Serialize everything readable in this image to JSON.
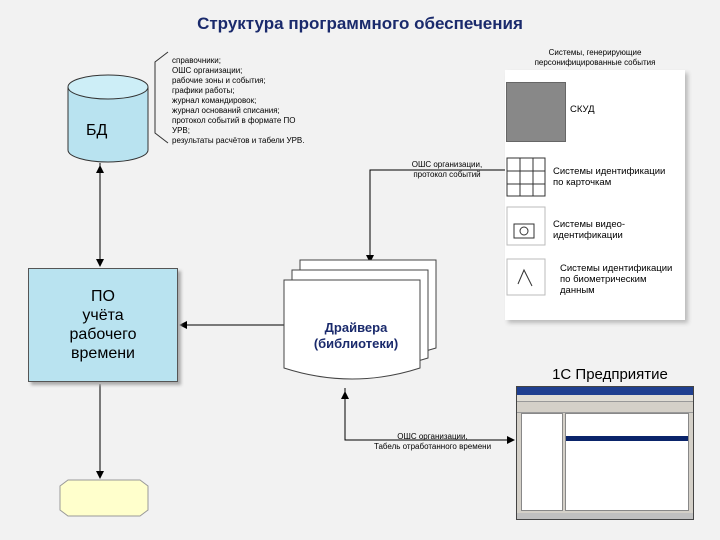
{
  "title": "Структура программного обеспечения",
  "db_label": "БД",
  "list_lines": [
    "справочники;",
    "ОШС организации;",
    "рабочие зоны и события;",
    "графики работы;",
    "журнал командировок;",
    "журнал оснований списания;",
    "протокол событий в формате ПО",
    "УРВ;",
    "результаты расчётов и табели УРВ."
  ],
  "gen_systems": {
    "header_lines": [
      "Системы, генерирующие",
      "персонифицированные события"
    ],
    "skud": "СКУД",
    "card_lines": [
      "Системы идентификации",
      "по карточкам"
    ],
    "video_lines": [
      "Системы видео-",
      "идентификации"
    ],
    "bio_lines": [
      "Системы идентификации",
      "по биометрическим",
      "данным"
    ]
  },
  "protocol_lines": [
    "ОШС организации,",
    "протокол событий"
  ],
  "po_lines": [
    "ПО",
    "учёта",
    "рабочего",
    "времени"
  ],
  "driver_lines": [
    "Драйвера",
    "(библиотеки)"
  ],
  "one_c_title": "1С Предприятие",
  "ops_lines": [
    "ОШС организации,",
    "Табель отработанного времени"
  ],
  "colors": {
    "db_fill": "#b9e3f0",
    "po_fill": "#b9e3f0",
    "output_fill": "#ffffcc",
    "title": "#1a2a6c"
  }
}
